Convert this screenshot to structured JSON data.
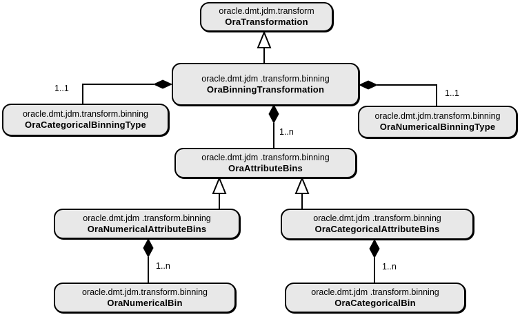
{
  "diagram_title": "OraBinningTransformation class hierarchy (UML)",
  "colors": {
    "node_fill": "#e8e8e8",
    "node_border": "#000000",
    "background": "#ffffff",
    "line": "#000000"
  },
  "connector_glyphs": {
    "composition": "filled-diamond",
    "generalization": "hollow-triangle"
  },
  "nodes": {
    "transformation": {
      "package": "oracle.dmt.jdm.transform",
      "name": "OraTransformation"
    },
    "binning_transformation": {
      "package": "oracle.dmt.jdm .transform.binning",
      "name": "OraBinningTransformation"
    },
    "categorical_binning_type": {
      "package": "oracle.dmt.jdm.transform.binning",
      "name": "OraCategoricalBinningType"
    },
    "numerical_binning_type": {
      "package": "oracle.dmt.jdm.transform.binning",
      "name": "OraNumericalBinningType"
    },
    "attribute_bins": {
      "package": "oracle.dmt.jdm .transform.binning",
      "name": "OraAttributeBins"
    },
    "numerical_attribute_bins": {
      "package": "oracle.dmt.jdm .transform.binning",
      "name": "OraNumericalAttributeBins"
    },
    "categorical_attribute_bins": {
      "package": "oracle.dmt.jdm .transform.binning",
      "name": "OraCategoricalAttributeBins"
    },
    "numerical_bin": {
      "package": "oracle.dmt.jdm.transform.binning",
      "name": "OraNumericalBin"
    },
    "categorical_bin": {
      "package": "oracle.dmt.jdm .transform.binning",
      "name": "OraCategoricalBin"
    }
  },
  "labels": {
    "categorical_type_mult": "1..1",
    "numerical_type_mult": "1..1",
    "attribute_bins_mult": "1..n",
    "numerical_bin_mult": "1..n",
    "categorical_bin_mult": "1..n"
  }
}
